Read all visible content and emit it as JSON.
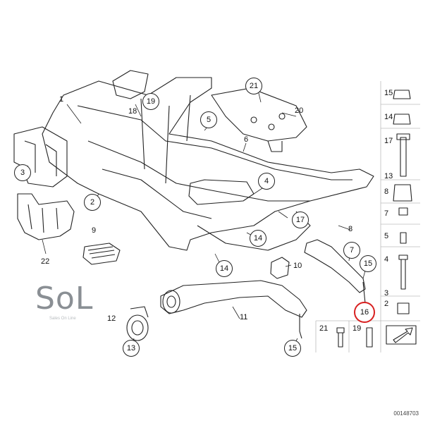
{
  "logo": {
    "text": "SoL",
    "tagline": "Sales On Line"
  },
  "reference": "00148703",
  "callouts": {
    "c1": "1",
    "c2": "2",
    "c3": "3",
    "c4": "4",
    "c5": "5",
    "c6": "6",
    "c7": "7",
    "c8": "8",
    "c9": "9",
    "c10": "10",
    "c11": "11",
    "c12": "12",
    "c13": "13",
    "c14a": "14",
    "c14b": "14",
    "c15a": "15",
    "c15b": "15",
    "c16": "16",
    "c17": "17",
    "c18": "18",
    "c19": "19",
    "c20": "20",
    "c21": "21",
    "c22": "22"
  },
  "legend": {
    "l15": "15",
    "l14": "14",
    "l17": "17",
    "l13": "13",
    "l8": "8",
    "l7": "7",
    "l5": "5",
    "l4": "4",
    "l3": "3",
    "l2": "2",
    "l21": "21",
    "l19": "19"
  }
}
